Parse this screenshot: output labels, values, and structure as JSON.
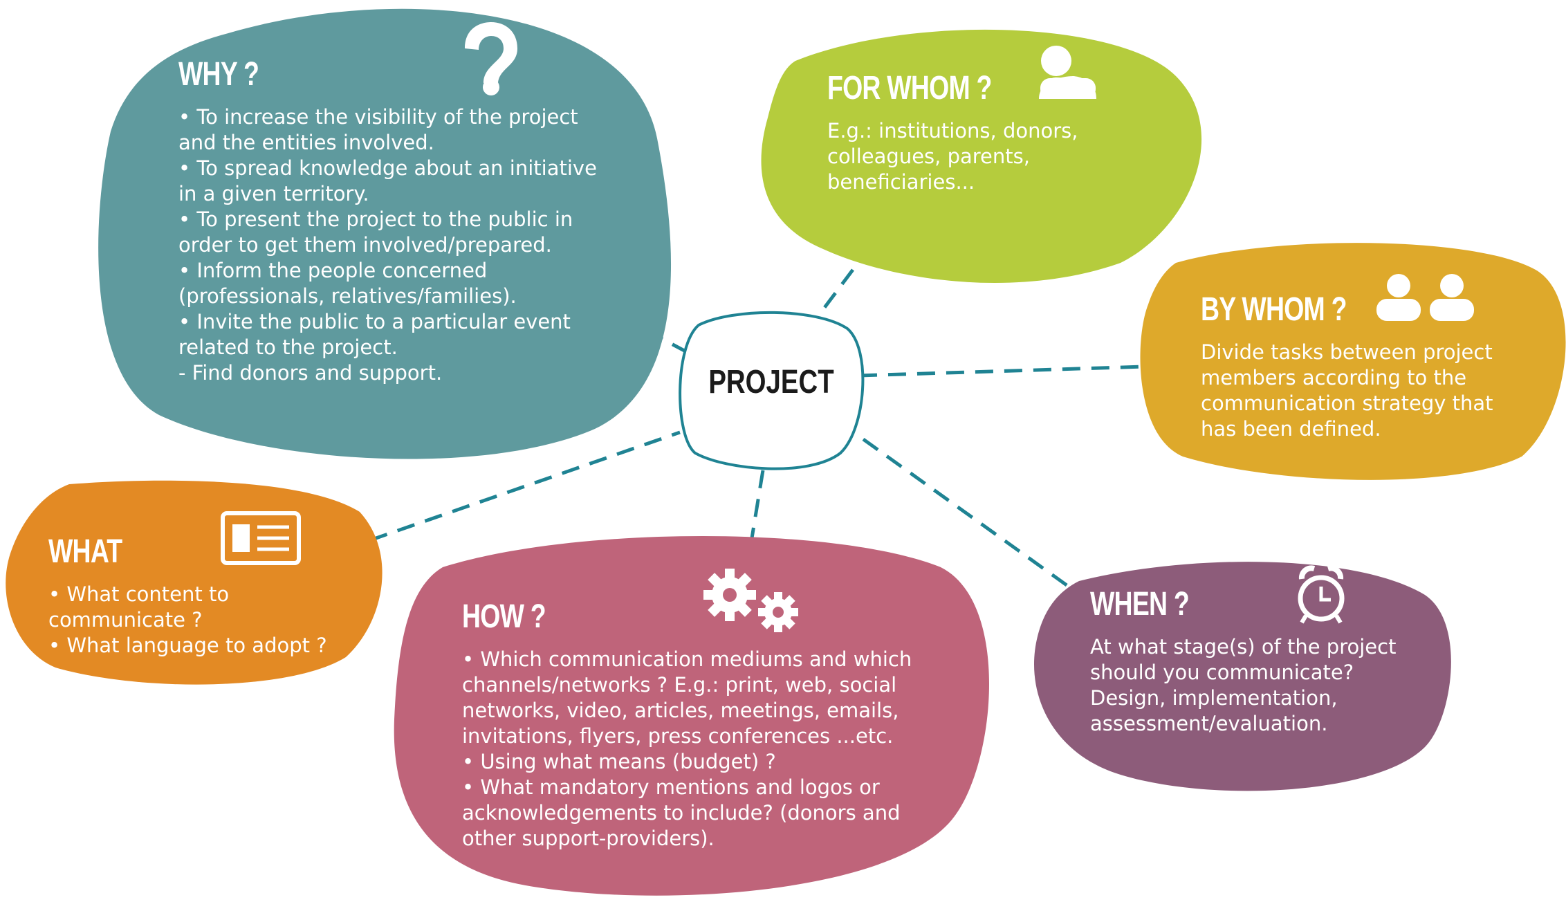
{
  "center": {
    "label": "PROJECT"
  },
  "colors": {
    "why": "#5f9a9e",
    "for_whom": "#b5cc3d",
    "by_whom": "#dea92b",
    "what": "#e38a24",
    "how": "#bf647a",
    "when": "#8d5c7a",
    "connector": "#1f8393"
  },
  "why": {
    "title": "WHY ?",
    "icon": "question-mark-icon",
    "lines": [
      "• To increase the visibility of the project",
      "and the entities involved.",
      "• To spread knowledge about an initiative",
      "in a given territory.",
      "• To present the project to the public in",
      "order to get them involved/prepared.",
      "• Inform the people concerned",
      "(professionals, relatives/families).",
      "• Invite the public to a particular event",
      "related to the project.",
      "- Find donors and support."
    ]
  },
  "for_whom": {
    "title": "FOR WHOM ?",
    "icon": "person-icon",
    "lines": [
      "E.g.: institutions, donors,",
      "colleagues, parents,",
      "beneficiaries..."
    ]
  },
  "by_whom": {
    "title": "BY WHOM ?",
    "icon": "two-people-icon",
    "lines": [
      "Divide tasks between project",
      "members according to the",
      "communication strategy that",
      "has been defined."
    ]
  },
  "what": {
    "title": "WHAT",
    "icon": "document-card-icon",
    "lines": [
      "• What content to",
      "communicate ?",
      "• What language to adopt ?"
    ]
  },
  "how": {
    "title": "HOW ?",
    "icon": "gears-icon",
    "lines": [
      "• Which communication mediums and which",
      "channels/networks ? E.g.: print, web, social",
      "networks, video, articles, meetings, emails,",
      "invitations, flyers, press conferences ...etc.",
      "• Using what means (budget) ?",
      "• What mandatory mentions and logos or",
      "acknowledgements to include? (donors and",
      "other support-providers)."
    ]
  },
  "when": {
    "title": "WHEN ?",
    "icon": "alarm-clock-icon",
    "lines": [
      "At what stage(s) of the project",
      "should you communicate?",
      "Design, implementation,",
      "assessment/evaluation."
    ]
  }
}
